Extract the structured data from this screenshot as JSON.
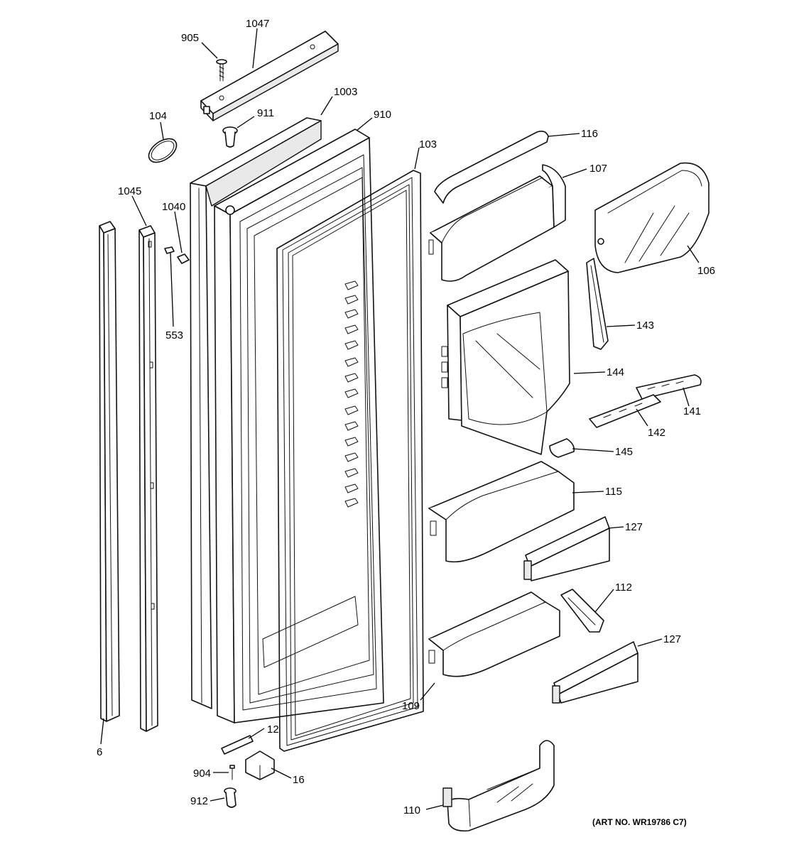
{
  "callouts": [
    {
      "id": "c905",
      "label": "905"
    },
    {
      "id": "c1047",
      "label": "1047"
    },
    {
      "id": "c1003",
      "label": "1003"
    },
    {
      "id": "c104",
      "label": "104"
    },
    {
      "id": "c911",
      "label": "911"
    },
    {
      "id": "c910",
      "label": "910"
    },
    {
      "id": "c103",
      "label": "103"
    },
    {
      "id": "c116",
      "label": "116"
    },
    {
      "id": "c107",
      "label": "107"
    },
    {
      "id": "c1045",
      "label": "1045"
    },
    {
      "id": "c1040",
      "label": "1040"
    },
    {
      "id": "c553",
      "label": "553"
    },
    {
      "id": "c106",
      "label": "106"
    },
    {
      "id": "c143",
      "label": "143"
    },
    {
      "id": "c144",
      "label": "144"
    },
    {
      "id": "c141",
      "label": "141"
    },
    {
      "id": "c142",
      "label": "142"
    },
    {
      "id": "c145",
      "label": "145"
    },
    {
      "id": "c115",
      "label": "115"
    },
    {
      "id": "c127a",
      "label": "127"
    },
    {
      "id": "c112",
      "label": "112"
    },
    {
      "id": "c127b",
      "label": "127"
    },
    {
      "id": "c109",
      "label": "109"
    },
    {
      "id": "c6",
      "label": "6"
    },
    {
      "id": "c12",
      "label": "12"
    },
    {
      "id": "c904",
      "label": "904"
    },
    {
      "id": "c16",
      "label": "16"
    },
    {
      "id": "c912",
      "label": "912"
    },
    {
      "id": "c110",
      "label": "110"
    }
  ],
  "art_number": "(ART NO. WR19786 C7)"
}
